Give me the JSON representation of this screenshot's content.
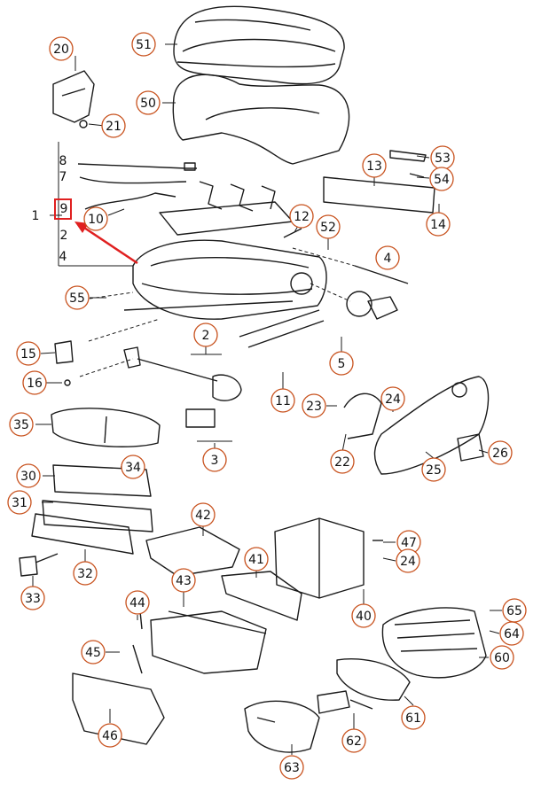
{
  "colors": {
    "callout_ring": "#c8521e",
    "line_art": "#1a1a1a",
    "highlight": "#e02020",
    "background": "#ffffff"
  },
  "callouts": [
    "20",
    "21",
    "51",
    "50",
    "53",
    "13",
    "54",
    "14",
    "8",
    "7",
    "1",
    "9",
    "2",
    "4",
    "10",
    "12",
    "52",
    "4",
    "55",
    "15",
    "16",
    "2",
    "11",
    "23",
    "24",
    "5",
    "35",
    "3",
    "34",
    "30",
    "31",
    "26",
    "25",
    "22",
    "42",
    "47",
    "24",
    "33",
    "32",
    "41",
    "43",
    "44",
    "40",
    "65",
    "64",
    "45",
    "60",
    "46",
    "61",
    "62",
    "63"
  ]
}
